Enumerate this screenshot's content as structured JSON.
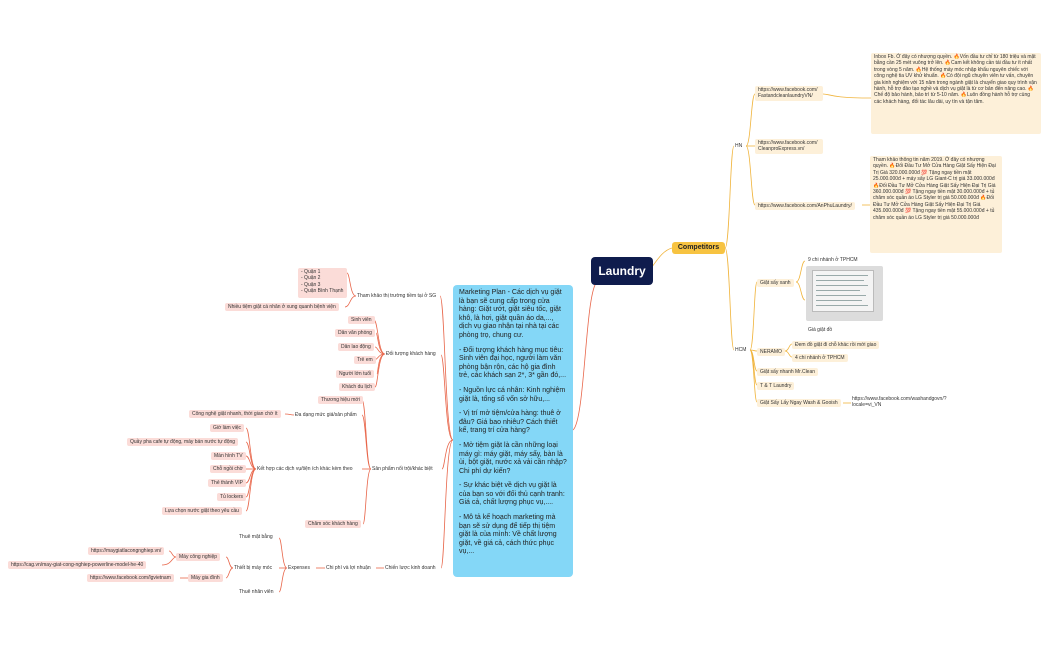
{
  "central": "Laundry",
  "competitors": {
    "label": "Competitors",
    "hn": {
      "label": "HN",
      "items": [
        {
          "label": "https://www.facebook.com/ FastandcleanlaundryVN/",
          "note": "Inbox Fb. Ở đây có nhượng quyền. 🔥Vốn đầu tư chỉ từ 180 triệu và mặt bằng cần 25 mét vuông trở lên. 🔥Cam kết không cần tái đầu tư ít nhất trong vòng 5 năm. 🔥Hệ thống máy móc nhập khẩu nguyên chiếc với công nghệ tia UV khử khuẩn. 🔥Có đội ngũ chuyên viên tư vấn, chuyên gia kinh nghiệm với 15 năm trong ngành giặt là chuyển giao quy trình vận hành, hỗ trợ đào tạo nghề và dịch vụ giặt là từ cơ bản đến nâng cao. 🔥Chế độ bảo hành, bảo trì từ 5-10 năm. 🔥Luôn đồng hành hỗ trợ cùng các khách hàng, đối tác lâu dài, uy tín và tận tâm."
        },
        {
          "label": "https://www.facebook.com/ CleanproExpress.vn/"
        },
        {
          "label": "https://www.facebook.com/AnPhuLaundry/",
          "note": "Tham khảo thông tin năm 2019. Ở đây có nhượng quyền. 🔥Đối Đầu Tư Mở Cửa Hàng Giặt Sấy Hiện Đại Trị Giá 320.000.000đ 💯 Tặng ngay tiền mặt 25.000.000đ + máy sấy LG Giant-C trị giá 33.000.000đ 🔥Đối Đầu Tư Mở Cửa Hàng Giặt Sấy Hiện Đại Trị Giá 360.000.000đ 💯 Tặng ngay tiền mặt 30.000.000đ + tủ chăm sóc quần áo LG Styler trị giá 50.000.000đ 🔥Đối Đầu Tư Mở Cửa Hàng Giặt Sấy Hiện Đại Trị Giá 435.000.000đ 💯 Tặng ngay tiền mặt 55.000.000đ + tủ chăm sóc quần áo LG Styler trị giá 50.000.000đ"
        }
      ]
    },
    "hcm": {
      "label": "HCM",
      "giat_say_xanh": {
        "label": "Giặt sấy xanh",
        "branches": "9 chi nhánh ở TPHCM",
        "price": "Giá giặt đồ"
      },
      "neramo": {
        "label": "NERAMO",
        "items": [
          "Đem đồ giặt đi chỗ khác rồi mới giao",
          "4 chi nhánh ở TPHCM"
        ]
      },
      "others": [
        "Giặt sấy nhanh Mr.Clean",
        "T & T Laundry"
      ],
      "wash": {
        "label": "Giặt Sấy Lấy Ngay Wash & Gooish",
        "url": "https://www.facebook.com/washandgovn/? locale=vi_VN"
      }
    }
  },
  "plan": {
    "paragraphs": [
      "Marketing Plan - Các dịch vụ giặt là bạn sẽ cung cấp trong cửa hàng: Giặt ướt, giặt siêu tốc, giặt khô, là hơi, giặt quần áo da,..., dịch vụ giao nhận tại nhà tại các phòng trọ, chung cư.",
      "- Đối tượng khách hàng mục tiêu: Sinh viên đại học, người làm văn phòng bận rộn, các hộ gia đình trẻ, các khách sạn 2*, 3* gần đó,...",
      "- Nguồn lực cá nhân: Kinh nghiệm giặt là, tổng số vốn sở hữu,...",
      "- Vị trí mở tiệm/cửa hàng: thuê ở đâu? Giá bao nhiêu? Cách thiết kế, trang trí cửa hàng?",
      "- Mở tiệm giặt là cần những loại máy gì: máy giặt, máy sấy, bàn là ủi, bột giặt, nước xả vải cần nhập? Chi phí dự kiến?",
      "- Sự khác biệt về dịch vụ giặt là của bạn so với đối thủ cạnh tranh: Giá cả, chất lượng phục vụ,....",
      "- Mô tả kế hoạch marketing mà bạn sẽ sử dụng để tiếp thị tiệm giặt là của mình: Về chất lượng giặt, về giá cả, cách thức phục vụ,..."
    ]
  },
  "left": {
    "market": {
      "label": "Tham khảo thị trường tiềm tại ở SG",
      "districts": [
        "- Quận 1",
        "- Quận 2",
        "- Quận 3",
        "- Quận Bình Thạnh"
      ],
      "note": "Nhiều tiệm giặt cá nhân ở xung quanh bệnh viện"
    },
    "customers": {
      "label": "Đối tượng khách hàng",
      "items": [
        "Sinh viên",
        "Dân văn phòng",
        "Dân lao động",
        "Trẻ em",
        "Người lớn tuổi",
        "Khách du lịch"
      ]
    },
    "products": {
      "label": "Sản phẩm nổi trội/khác biệt",
      "brand": "Thương hiệu mới",
      "diversity": {
        "label": "Đa dạng mức giá/sản phẩm",
        "child": "Công nghệ giặt nhanh, thời gian chờ ít"
      },
      "combo": {
        "label": "Kết hợp các dịch vụ/tiện ích khác kèm theo",
        "items": [
          "Giờ làm việc",
          "Quầy pha cafe tự động, máy bán nước tự động",
          "Màn hình TV",
          "Chỗ ngồi chờ",
          "Thẻ thành VIP",
          "Tủ lockers",
          "Lựa chọn nước giặt theo yêu cầu"
        ]
      },
      "care": "Chăm sóc khách hàng"
    },
    "strategy": {
      "label": "Chiến lược kinh doanh",
      "cost": "Chi phí và lợi nhuận",
      "expenses": "Expenses",
      "rent": "Thuê mặt bằng",
      "equipment": "Thiết bị máy móc",
      "industrial": {
        "label": "Máy công nghiệp",
        "links": [
          "https://maygiatlacongnghiep.vn/",
          "https://cag.vn/may-giat-cong-nghiep-powerline-model-he-40"
        ]
      },
      "household": {
        "label": "Máy gia đình",
        "links": [
          "https://www.facebook.com/lgvietnam"
        ]
      },
      "staff": "Thuê nhân viên"
    }
  }
}
